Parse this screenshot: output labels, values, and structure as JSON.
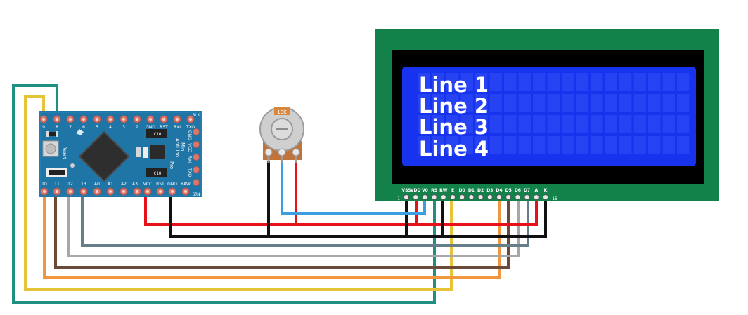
{
  "board": {
    "top_pins": [
      "9",
      "8",
      "7",
      "6",
      "5",
      "4",
      "3",
      "2",
      "GND",
      "RST",
      "RXI",
      "TXO"
    ],
    "bottom_pins": [
      "10",
      "11",
      "12",
      "13",
      "A0",
      "A1",
      "A2",
      "A3",
      "VCC",
      "RST",
      "GND",
      "RAW"
    ],
    "right_top": "BLK",
    "right_bottom": "GRN",
    "right_col": [
      "GND",
      "VCC",
      "RXI",
      "TXO"
    ],
    "vertical_text": [
      "Arduino",
      "Mini",
      "Pro"
    ],
    "reset_label": "Reset",
    "chip_label": "C10",
    "chip_label_2": "C10"
  },
  "pot": {
    "label": "10K"
  },
  "lcd": {
    "lines": [
      "Line 1",
      "Line 2",
      "Line 3",
      "Line 4"
    ],
    "pins": [
      "VSS",
      "VDD",
      "V0",
      "RS",
      "RW",
      "E",
      "D0",
      "D1",
      "D2",
      "D3",
      "D4",
      "D5",
      "D6",
      "D7",
      "A",
      "K"
    ],
    "pin_first": "1",
    "pin_last": "16"
  },
  "colors": {
    "board": "#1f75a6",
    "lcd_frame": "#13824a",
    "lcd_screen": "#1733ee",
    "red": "#e8111a",
    "black": "#111111",
    "blue": "#3b9ee3",
    "teal": "#1e8f80",
    "yellow": "#e6c43a",
    "orange": "#f0963e",
    "brown": "#6b4a3a",
    "gray": "#a7a7a7",
    "slate": "#667e88"
  }
}
